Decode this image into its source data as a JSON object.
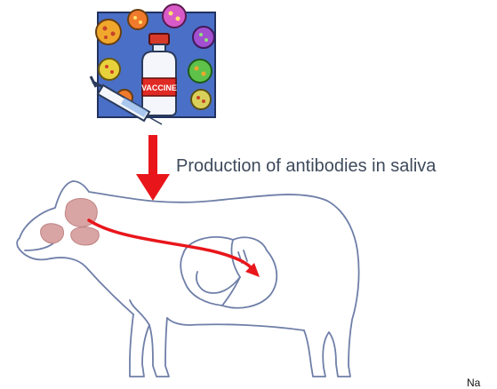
{
  "diagram": {
    "vaccine_label": "VACCINE",
    "caption": "Production of antibodies in saliva",
    "corner_text": "Na"
  },
  "colors": {
    "arrow": "#e8161b",
    "outline": "#6f7fa8",
    "glands": "#d9a4a4",
    "vaccine_panel": "#4a6fc7",
    "text": "#3e4a5c"
  },
  "icons": {
    "vaccine": "vaccine-bottle-with-syringe-and-viruses-icon",
    "animal": "sheep-outline-icon"
  }
}
